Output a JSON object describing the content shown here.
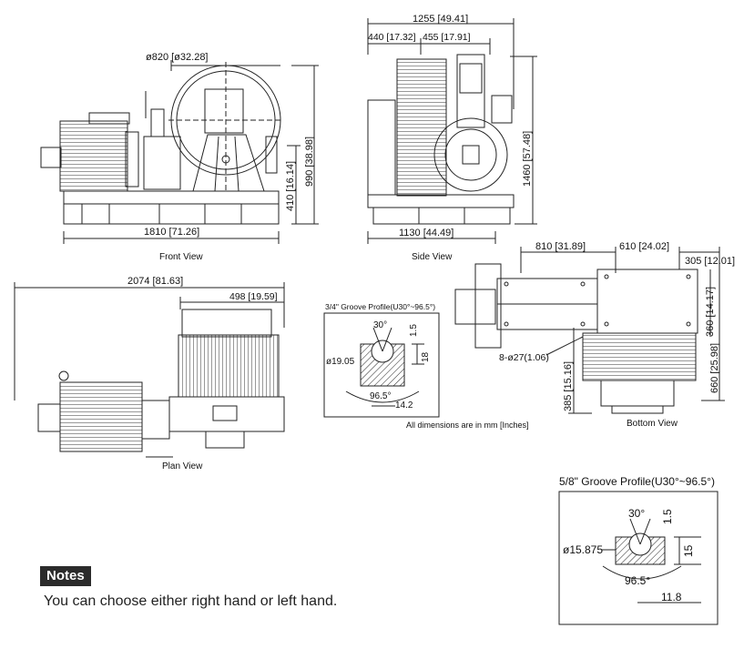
{
  "views": {
    "front": "Front View",
    "side": "Side View",
    "plan": "Plan View",
    "bottom": "Bottom View"
  },
  "front_dims": {
    "sheave_dia": "ø820 [ø32.28]",
    "length": "1810 [71.26]",
    "height_total": "990 [38.98]",
    "height_axis": "410 [16.14]"
  },
  "side_dims": {
    "width_total": "1255 [49.41]",
    "w_left": "440 [17.32]",
    "w_right": "455 [17.91]",
    "height": "1460 [57.48]",
    "base": "1130 [44.49]"
  },
  "plan_dims": {
    "length": "2074 [81.63]",
    "sheave_offset": "498 [19.59]"
  },
  "bottom_dims": {
    "top_left": "810 [31.89]",
    "top_right": "610 [24.02]",
    "right_top": "305 [12.01]",
    "r1": "360 [14.17]",
    "r2": "660 [25.98]",
    "left": "385 [15.16]",
    "holes": "8-ø27(1.06)"
  },
  "groove_34": {
    "title": "3/4\" Groove Profile(U30°~96.5°)",
    "angle_top": "30°",
    "depth_a": "1.5",
    "depth_b": "18",
    "diameter": "ø19.05",
    "angle_bottom": "96.5°",
    "width": "14.2"
  },
  "all_dims_note": "All dimensions are in mm [Inches]",
  "groove_58": {
    "title": "5/8\" Groove Profile(U30°~96.5°)",
    "angle_top": "30°",
    "depth_a": "1.5",
    "depth_b": "15",
    "diameter": "ø15.875",
    "angle_bottom": "96.5°",
    "width": "11.8"
  },
  "notes": {
    "label": "Notes",
    "text": "You can choose either right hand or left hand."
  }
}
